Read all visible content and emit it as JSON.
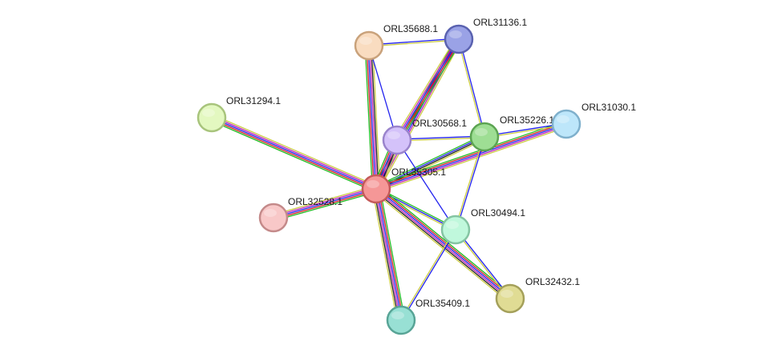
{
  "network": {
    "nodes": [
      {
        "id": "ORL35305.1",
        "label": "ORL35305.1",
        "fill": "#f59797",
        "stroke": "#c45a5a"
      },
      {
        "id": "ORL35688.1",
        "label": "ORL35688.1",
        "fill": "#f9dcc0",
        "stroke": "#c9a27b"
      },
      {
        "id": "ORL31136.1",
        "label": "ORL31136.1",
        "fill": "#9aa2e6",
        "stroke": "#5a62b0"
      },
      {
        "id": "ORL31294.1",
        "label": "ORL31294.1",
        "fill": "#e3f8c0",
        "stroke": "#a8c47c"
      },
      {
        "id": "ORL30568.1",
        "label": "ORL30568.1",
        "fill": "#d4c2fa",
        "stroke": "#9a84cc"
      },
      {
        "id": "ORL35226.1",
        "label": "ORL35226.1",
        "fill": "#9ede94",
        "stroke": "#5ca452"
      },
      {
        "id": "ORL31030.1",
        "label": "ORL31030.1",
        "fill": "#bde6fa",
        "stroke": "#7fb0cc"
      },
      {
        "id": "ORL32528.1",
        "label": "ORL32528.1",
        "fill": "#f8c8c8",
        "stroke": "#c48a8a"
      },
      {
        "id": "ORL30494.1",
        "label": "ORL30494.1",
        "fill": "#c0f8dc",
        "stroke": "#84c4a2"
      },
      {
        "id": "ORL32432.1",
        "label": "ORL32432.1",
        "fill": "#e0dc94",
        "stroke": "#a4a05a"
      },
      {
        "id": "ORL35409.1",
        "label": "ORL35409.1",
        "fill": "#98e0d4",
        "stroke": "#58a496"
      }
    ],
    "edges": [
      {
        "source": "ORL35305.1",
        "target": "ORL35688.1",
        "colors": [
          "#22bb22",
          "#cc2222",
          "#2222ee",
          "#bb22bb",
          "#222222",
          "#cccc44"
        ]
      },
      {
        "source": "ORL35305.1",
        "target": "ORL31136.1",
        "colors": [
          "#22bb22",
          "#cc2222",
          "#2222ee",
          "#bb22bb",
          "#cccc44"
        ]
      },
      {
        "source": "ORL35305.1",
        "target": "ORL31294.1",
        "colors": [
          "#22bb22",
          "#cc2222",
          "#2222ee",
          "#bb22bb",
          "#cccc44"
        ]
      },
      {
        "source": "ORL35305.1",
        "target": "ORL30568.1",
        "colors": [
          "#22bb22",
          "#cc2222",
          "#2222ee",
          "#bb22bb",
          "#222222",
          "#cccc44"
        ]
      },
      {
        "source": "ORL35305.1",
        "target": "ORL35226.1",
        "colors": [
          "#22bb22",
          "#2222ee",
          "#222222",
          "#cccc44"
        ]
      },
      {
        "source": "ORL35305.1",
        "target": "ORL31030.1",
        "colors": [
          "#22bb22",
          "#cc2222",
          "#2222ee",
          "#bb22bb",
          "#cccc44"
        ]
      },
      {
        "source": "ORL35305.1",
        "target": "ORL32528.1",
        "colors": [
          "#22bb22",
          "#cc2222",
          "#2222ee",
          "#bb22bb",
          "#cccc44"
        ]
      },
      {
        "source": "ORL35305.1",
        "target": "ORL30494.1",
        "colors": [
          "#22bb22",
          "#2222ee",
          "#cccc44"
        ]
      },
      {
        "source": "ORL35305.1",
        "target": "ORL32432.1",
        "colors": [
          "#22bb22",
          "#cc2222",
          "#2222ee",
          "#bb22bb",
          "#222222",
          "#cccc44"
        ]
      },
      {
        "source": "ORL35305.1",
        "target": "ORL35409.1",
        "colors": [
          "#22bb22",
          "#cc2222",
          "#2222ee",
          "#bb22bb",
          "#222222",
          "#cccc44"
        ]
      },
      {
        "source": "ORL35688.1",
        "target": "ORL31136.1",
        "colors": [
          "#2222ee",
          "#cccc44"
        ]
      },
      {
        "source": "ORL35688.1",
        "target": "ORL30568.1",
        "colors": [
          "#2222ee"
        ]
      },
      {
        "source": "ORL31136.1",
        "target": "ORL30568.1",
        "colors": [
          "#22bb22",
          "#cc2222",
          "#2222ee",
          "#bb22bb",
          "#cccc44"
        ]
      },
      {
        "source": "ORL31136.1",
        "target": "ORL35226.1",
        "colors": [
          "#2222ee",
          "#cccc44"
        ]
      },
      {
        "source": "ORL30568.1",
        "target": "ORL35226.1",
        "colors": [
          "#2222ee",
          "#cccc44"
        ]
      },
      {
        "source": "ORL30568.1",
        "target": "ORL30494.1",
        "colors": [
          "#2222ee"
        ]
      },
      {
        "source": "ORL35226.1",
        "target": "ORL31030.1",
        "colors": [
          "#2222ee",
          "#cccc44"
        ]
      },
      {
        "source": "ORL35226.1",
        "target": "ORL30494.1",
        "colors": [
          "#2222ee",
          "#cccc44"
        ]
      },
      {
        "source": "ORL30494.1",
        "target": "ORL32432.1",
        "colors": [
          "#2222ee",
          "#cccc44"
        ]
      },
      {
        "source": "ORL30494.1",
        "target": "ORL35409.1",
        "colors": [
          "#2222ee",
          "#cccc44"
        ]
      }
    ]
  }
}
